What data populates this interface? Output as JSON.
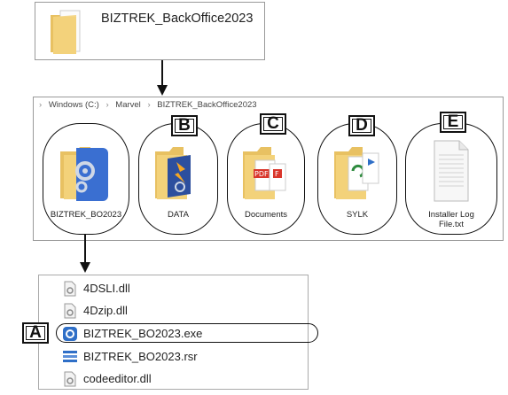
{
  "top_folder": {
    "name": "BIZTREK_BackOffice2023"
  },
  "breadcrumb": {
    "items": [
      "Windows (C:)",
      "Marvel",
      "BIZTREK_BackOffice2023"
    ],
    "separator": "›"
  },
  "folder_items": [
    {
      "label": "BIZTREK_BO2023"
    },
    {
      "label": "DATA",
      "badge": "B"
    },
    {
      "label": "Documents",
      "badge": "C"
    },
    {
      "label": "SYLK",
      "badge": "D"
    },
    {
      "label": "Installer Log File.txt",
      "badge": "E"
    }
  ],
  "file_list": {
    "badge": "A",
    "files": [
      {
        "name": "4DSLI.dll",
        "icon": "dll-icon"
      },
      {
        "name": "4Dzip.dll",
        "icon": "dll-icon"
      },
      {
        "name": "BIZTREK_BO2023.exe",
        "icon": "exe-icon"
      },
      {
        "name": "BIZTREK_BO2023.rsr",
        "icon": "rsr-icon"
      },
      {
        "name": "codeeditor.dll",
        "icon": "dll-icon"
      }
    ]
  },
  "colors": {
    "folder": "#f3d27a",
    "accent_blue": "#2f6fc7",
    "pdf_red": "#d9362b",
    "green": "#2e8b3e"
  }
}
